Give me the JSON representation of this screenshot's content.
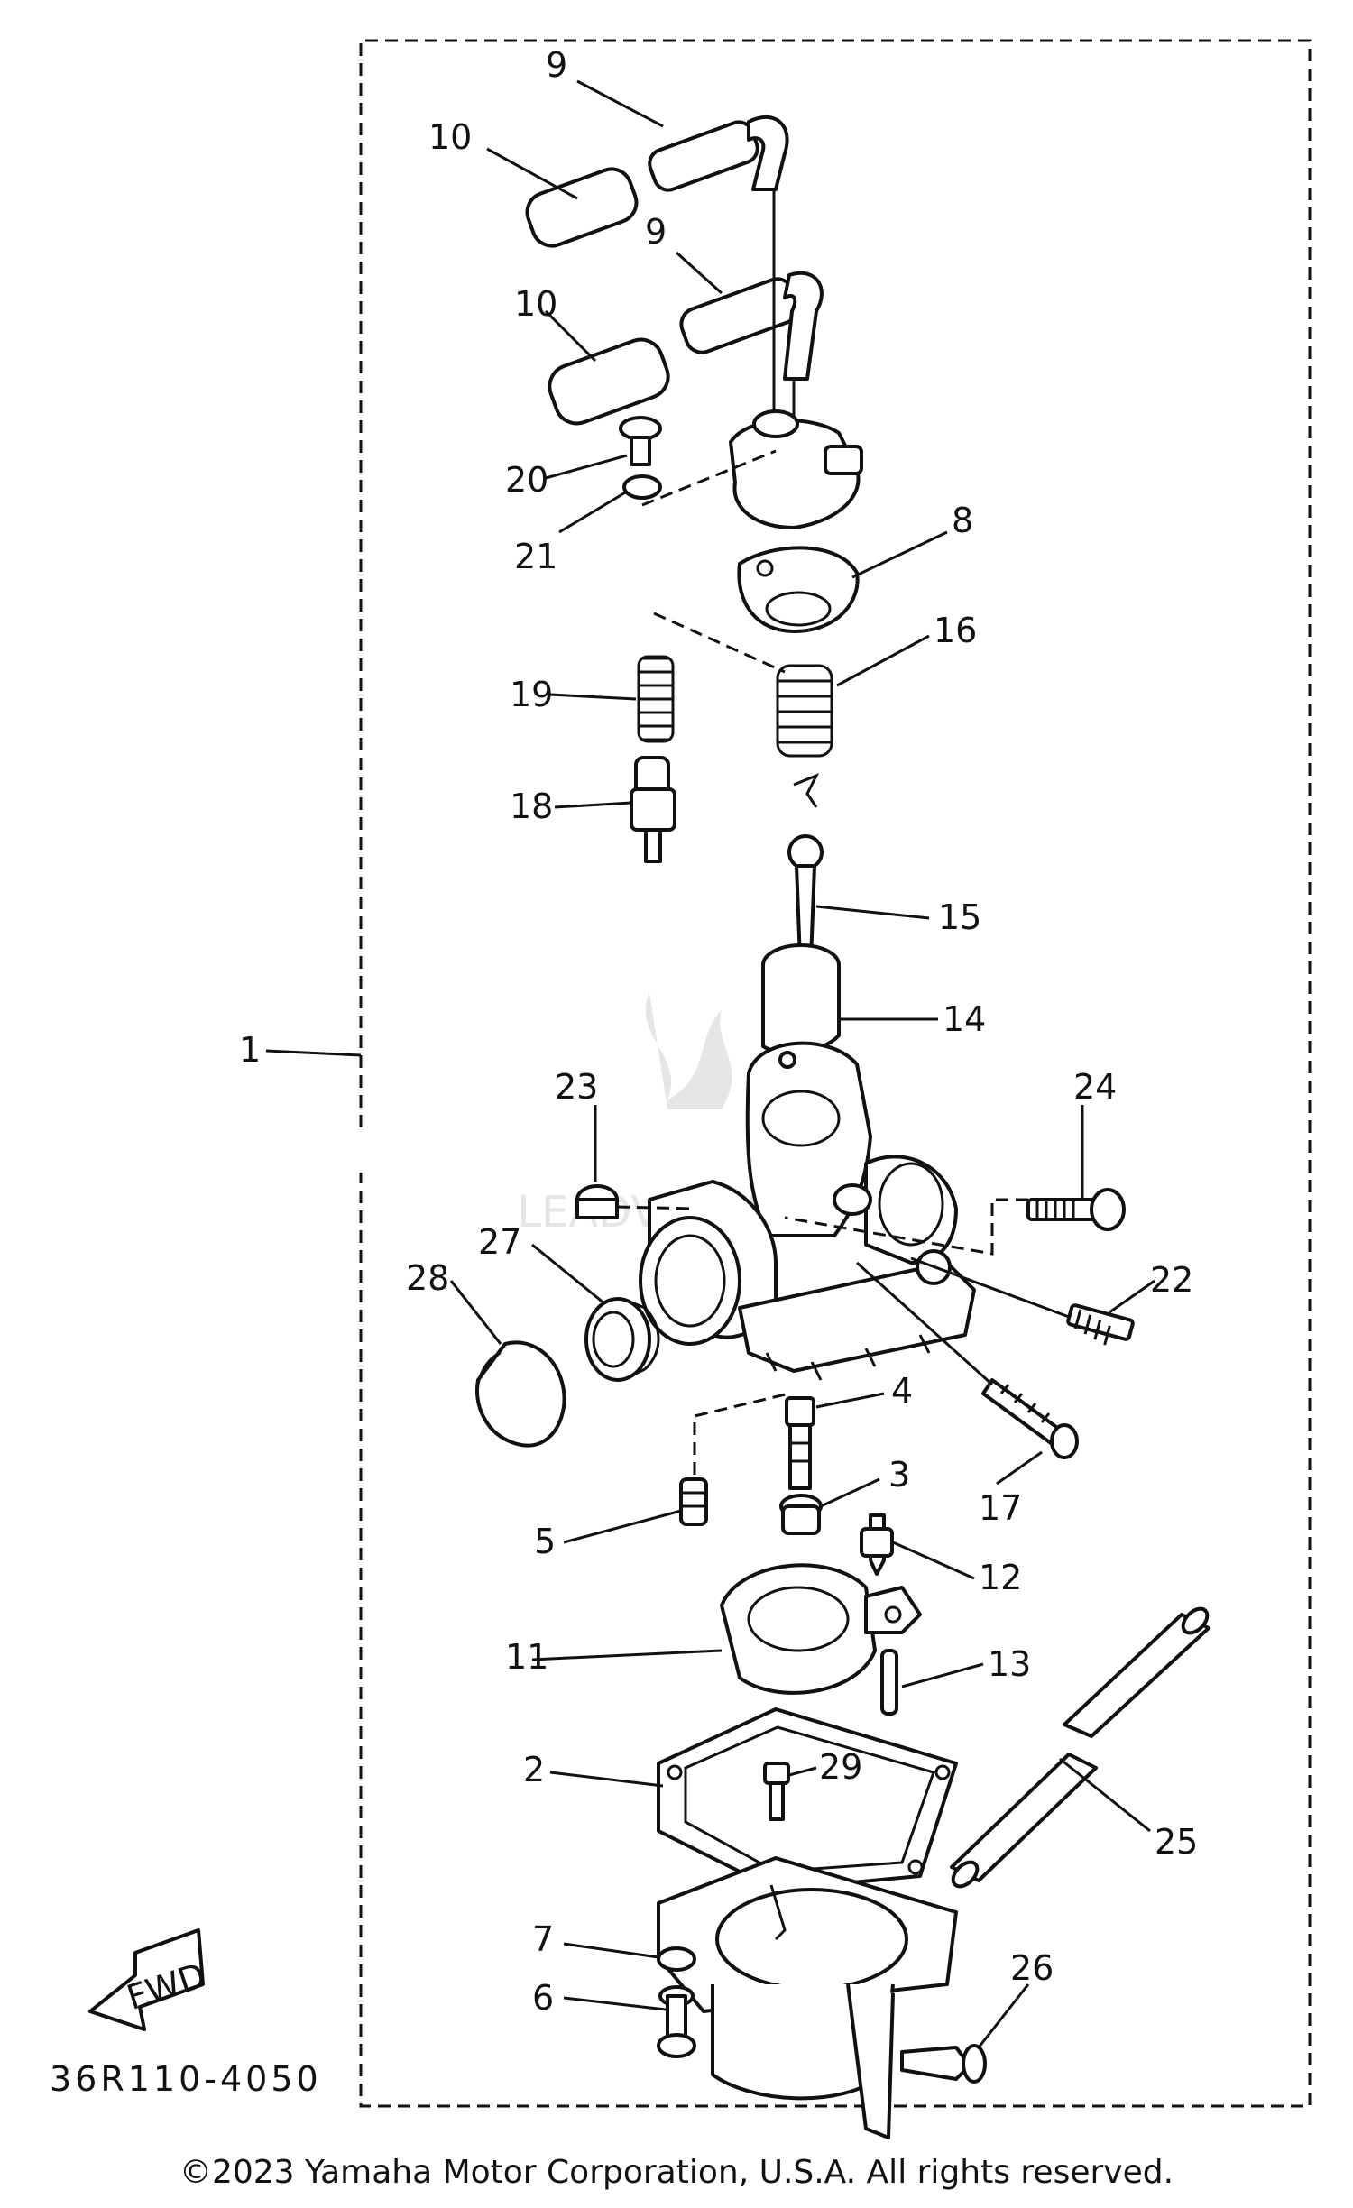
{
  "diagram": {
    "callouts": [
      "1",
      "2",
      "3",
      "4",
      "5",
      "6",
      "7",
      "8",
      "9",
      "9",
      "10",
      "10",
      "11",
      "12",
      "13",
      "14",
      "15",
      "16",
      "17",
      "18",
      "19",
      "20",
      "21",
      "22",
      "23",
      "24",
      "25",
      "26",
      "27",
      "28",
      "29"
    ],
    "direction_label": "FWD",
    "drawing_number": "36R110-4050"
  },
  "watermark": {
    "text": "LEADVENTURE"
  },
  "footer": {
    "copyright": "©2023 Yamaha Motor Corporation, U.S.A. All rights reserved."
  }
}
